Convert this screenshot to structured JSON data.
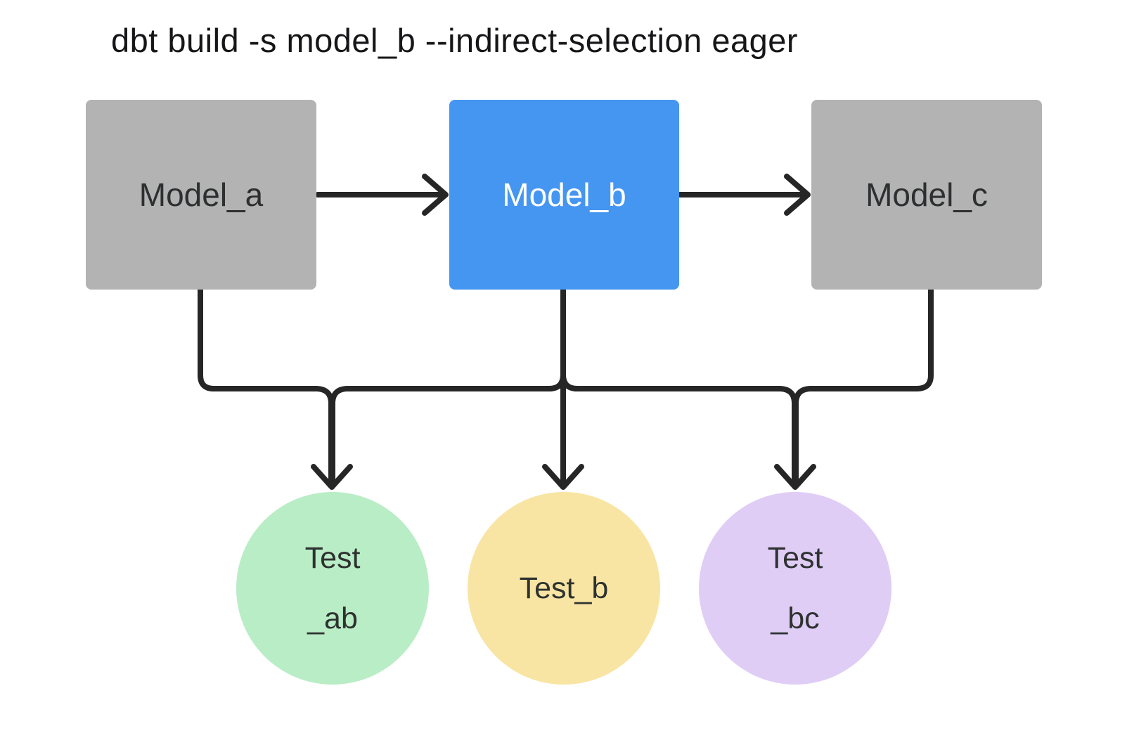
{
  "title": "dbt build -s model_b --indirect-selection eager",
  "models": [
    {
      "id": "model_a",
      "label": "Model_a",
      "selected": false
    },
    {
      "id": "model_b",
      "label": "Model_b",
      "selected": true
    },
    {
      "id": "model_c",
      "label": "Model_c",
      "selected": false
    }
  ],
  "tests": [
    {
      "id": "test_ab",
      "line1": "Test",
      "line2": "_ab"
    },
    {
      "id": "test_b",
      "line1": "Test_b"
    },
    {
      "id": "test_bc",
      "line1": "Test",
      "line2": "_bc"
    }
  ],
  "edges": [
    {
      "from": "model_a",
      "to": "model_b"
    },
    {
      "from": "model_b",
      "to": "model_c"
    },
    {
      "from": "model_a",
      "to": "test_ab"
    },
    {
      "from": "model_b",
      "to": "test_ab"
    },
    {
      "from": "model_b",
      "to": "test_b"
    },
    {
      "from": "model_b",
      "to": "test_bc"
    },
    {
      "from": "model_c",
      "to": "test_bc"
    }
  ],
  "colors": {
    "model_default": "#b3b3b3",
    "model_selected": "#4596f1",
    "test_ab": "#b9edc6",
    "test_b": "#f8e5a3",
    "test_bc": "#e0cdf6",
    "edge": "#262626",
    "title_text": "#161618",
    "model_text": "#2d2f30",
    "model_selected_text": "#ffffff",
    "test_text": "#2e3230",
    "background": "#ffffff"
  }
}
